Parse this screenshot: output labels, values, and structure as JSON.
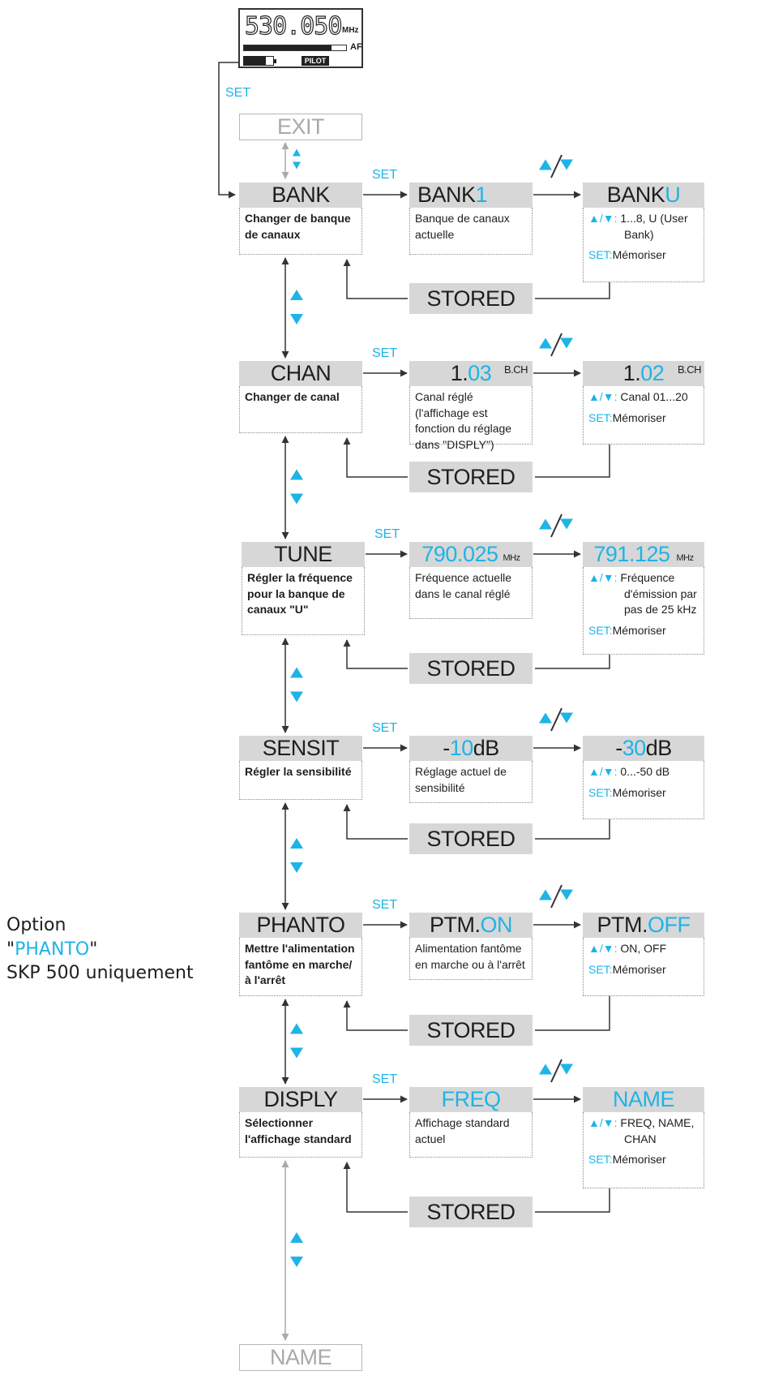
{
  "side_note": {
    "line1": "Option",
    "q_open": "\"",
    "option_name": "PHANTO",
    "q_close": "\"",
    "line3": "SKP 500 uniquement"
  },
  "lcd": {
    "freq": "530.050",
    "mhz": "MHz",
    "af": "AF",
    "pilot": "PILOT"
  },
  "set_label": "SET",
  "exit": "EXIT",
  "name_end": "NAME",
  "stored": "STORED",
  "updown_desc": "▲/▼:",
  "set_desc": "SET:",
  "rows": [
    {
      "menu": "BANK",
      "menu_desc": "Changer de banque de canaux",
      "cur_pre": "BANK ",
      "cur_val": "1",
      "cur_post": "",
      "cur_unit": "",
      "cur_desc": "Banque de canaux actuelle",
      "new_pre": "BANK ",
      "new_val": "U",
      "new_post": "",
      "new_unit": "",
      "new_desc": "1...8, U (User Bank)",
      "new_set": "Mémoriser"
    },
    {
      "menu": "CHAN",
      "menu_desc": "Changer de canal",
      "cur_pre": "1.",
      "cur_val": "03",
      "cur_post": "",
      "cur_unit": "B.CH",
      "cur_desc": "Canal réglé (l'affichage est fonction du réglage dans \"DISPLY\")",
      "new_pre": "1.",
      "new_val": "02",
      "new_post": "",
      "new_unit": "B.CH",
      "new_desc": "Canal  01...20",
      "new_set": "Mémoriser"
    },
    {
      "menu": "TUNE",
      "menu_desc": "Régler la fréquence pour la banque de canaux \"U\"",
      "cur_pre": "",
      "cur_val": "790.025",
      "cur_post": "",
      "cur_unit": "MHz",
      "cur_desc": "Fréquence actuelle dans le canal réglé",
      "new_pre": "",
      "new_val": "791.125",
      "new_post": "",
      "new_unit": "MHz",
      "new_desc": "Fréquence d'émission par pas de 25 kHz",
      "new_set": "Mémoriser"
    },
    {
      "menu": "SENSIT",
      "menu_desc": "Régler la sensibilité",
      "cur_pre": "-",
      "cur_val": "10",
      "cur_post": " dB",
      "cur_unit": "",
      "cur_desc": "Réglage actuel de sensibilité",
      "new_pre": "-",
      "new_val": "30",
      "new_post": " dB",
      "new_unit": "",
      "new_desc": "0...-50 dB",
      "new_set": "Mémoriser"
    },
    {
      "menu": "PHANTO",
      "menu_desc": "Mettre l'alimentation fantôme en marche/à l'arrêt",
      "cur_pre": "PTM. ",
      "cur_val": "ON",
      "cur_post": "",
      "cur_unit": "",
      "cur_desc": "Alimentation fantôme en marche ou à l'arrêt",
      "new_pre": "PTM.",
      "new_val": "OFF",
      "new_post": "",
      "new_unit": "",
      "new_desc": "ON, OFF",
      "new_set": "Mémoriser"
    },
    {
      "menu": "DISPLY",
      "menu_desc": "Sélectionner l'affichage standard",
      "cur_pre": "",
      "cur_val": "FREQ",
      "cur_post": "",
      "cur_unit": "",
      "cur_desc": "Affichage standard actuel",
      "new_pre": "",
      "new_val": "NAME",
      "new_post": "",
      "new_unit": "",
      "new_desc": "FREQ, NAME, CHAN",
      "new_set": "Mémoriser"
    }
  ]
}
